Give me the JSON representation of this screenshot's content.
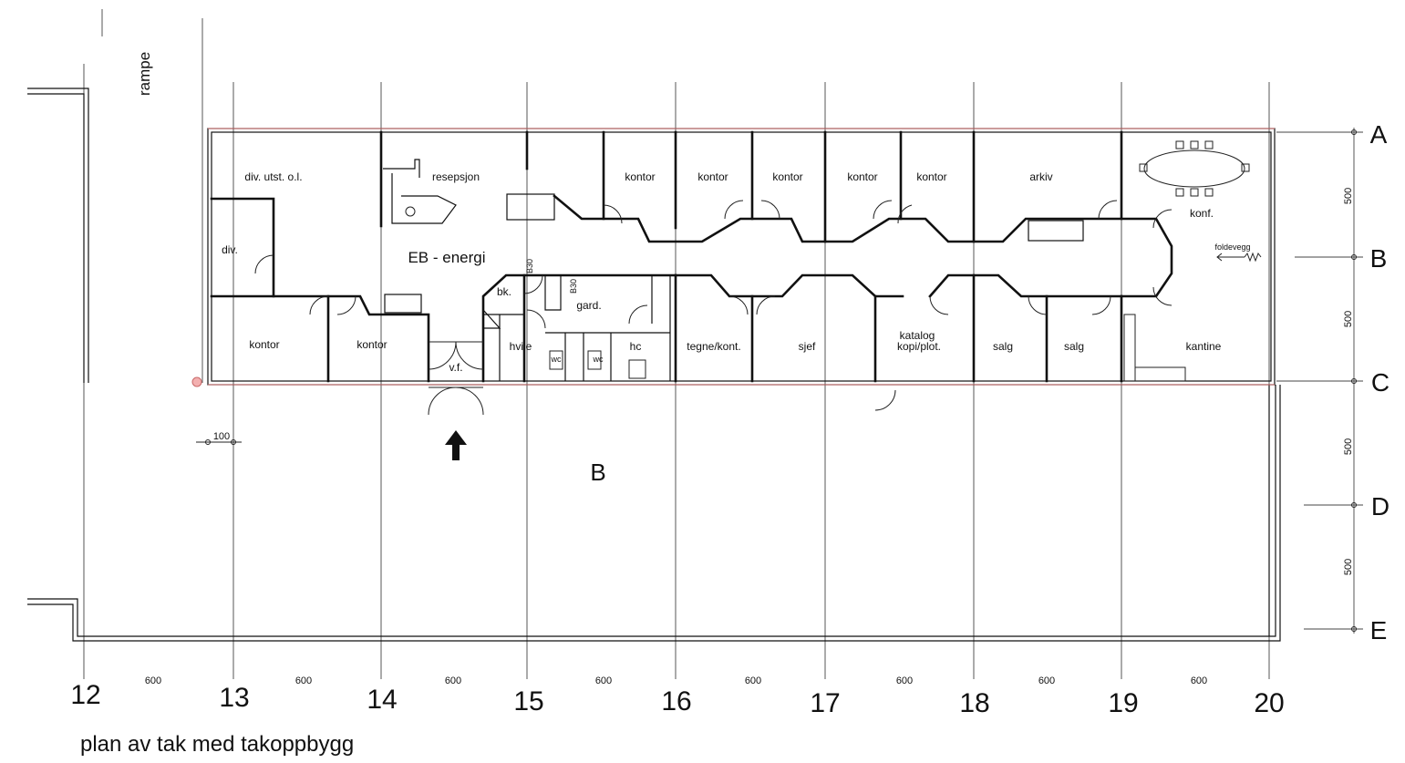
{
  "caption": "plan av tak med takoppbygg",
  "company": "EB - energi",
  "zone_label": "B",
  "ramp_label": "rampe",
  "rooms": {
    "div_utst": "div. utst. o.l.",
    "div": "div.",
    "resepsjon": "resepsjon",
    "kontor_1": "kontor",
    "kontor_2": "kontor",
    "kontor_3": "kontor",
    "kontor_4": "kontor",
    "kontor_5": "kontor",
    "arkiv": "arkiv",
    "konf": "konf.",
    "foldevegg": "foldevegg",
    "kontor_sw": "kontor",
    "kontor_s2": "kontor",
    "bk": "bk.",
    "gard": "gard.",
    "hvile": "hvile",
    "vf": "v.f.",
    "wc_1": "wc",
    "wc_2": "wc",
    "hc": "hc",
    "tegne": "tegne/kont.",
    "sjef": "sjef",
    "katalog_1": "katalog",
    "katalog_2": "kopi/plot.",
    "salg_1": "salg",
    "salg_2": "salg",
    "kantine": "kantine",
    "b30_a": "B30",
    "b30_b": "B30"
  },
  "axis_numbers": [
    "12",
    "13",
    "14",
    "15",
    "16",
    "17",
    "18",
    "19",
    "20"
  ],
  "axis_letters": [
    "A",
    "B",
    "C",
    "D",
    "E"
  ],
  "dim_horizontal": [
    "600",
    "600",
    "600",
    "600",
    "600",
    "600",
    "600",
    "600"
  ],
  "dim_vertical": [
    "500",
    "500",
    "500",
    "500"
  ],
  "dim_small": "100"
}
